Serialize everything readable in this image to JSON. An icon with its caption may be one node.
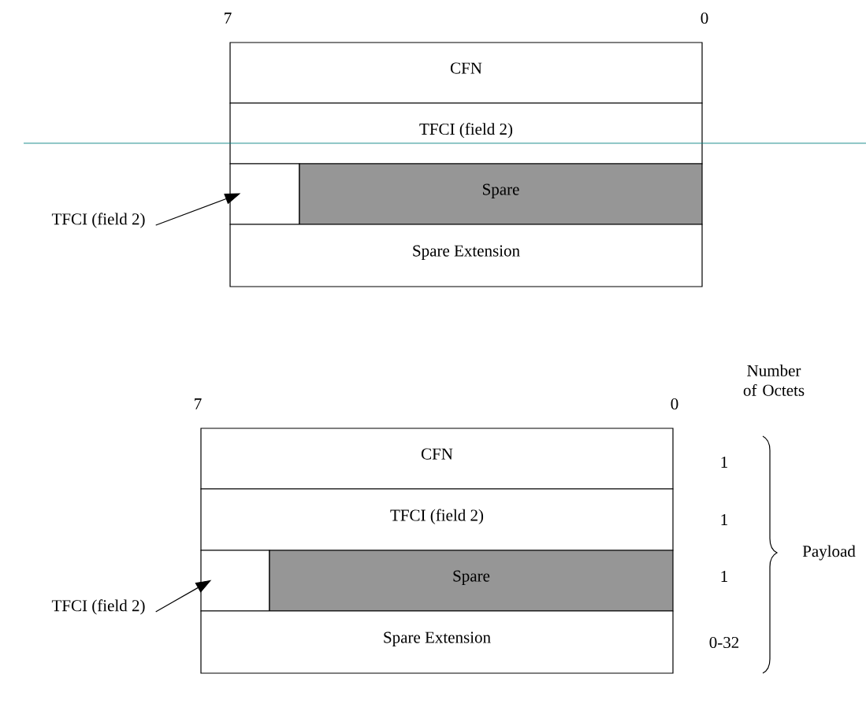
{
  "diagram": {
    "nodes": [
      {
        "text": [
          "CFN"
        ]
      },
      {
        "text": [
          "TFCI (field 2)"
        ]
      },
      {
        "text": [],
        "shape": "box"
      },
      {
        "text": [
          "Spare"
        ]
      },
      {
        "text": [
          "Spare Extension"
        ]
      },
      {
        "text": [
          "TFCI (field 2)"
        ]
      },
      {
        "text": [
          "CFN"
        ]
      },
      {
        "text": [
          "TFCI (field 2)"
        ]
      },
      {
        "text": [],
        "shape": "box"
      },
      {
        "text": [
          "Spare"
        ]
      },
      {
        "text": [
          "Spare Extension"
        ]
      },
      {
        "text": [
          "TFCI (field 2)"
        ]
      }
    ],
    "edges": [
      {
        "from": 5,
        "to": 2,
        "arrow": "to"
      },
      {
        "from": 11,
        "to": 8,
        "arrow": "to"
      }
    ],
    "labels": [
      "7",
      "0",
      "Number of Octets",
      "7",
      "0",
      "1",
      "1",
      "1",
      "0-32",
      "Payload"
    ]
  }
}
